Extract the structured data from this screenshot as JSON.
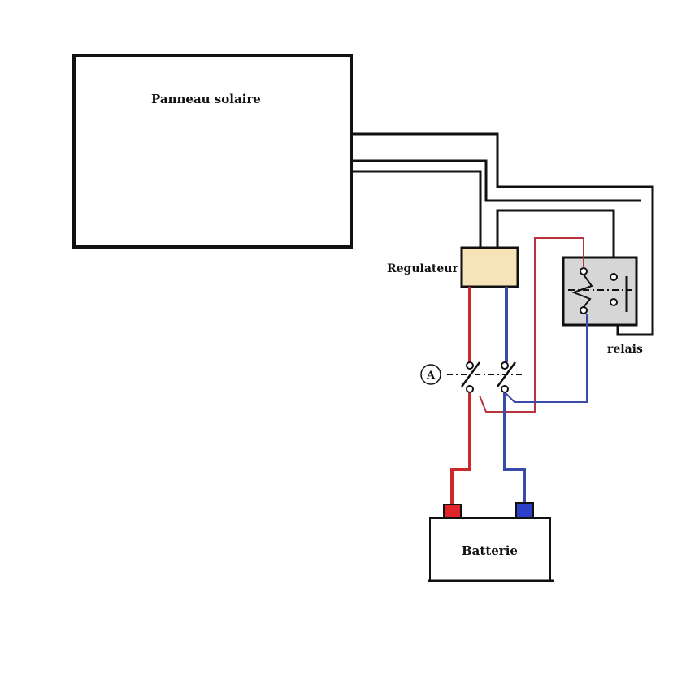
{
  "labels": {
    "panel": "Panneau solaire",
    "regulator": "Regulateur",
    "relay": "relais",
    "switch": "A",
    "battery": "Batterie"
  },
  "colors": {
    "wire_black": "#111111",
    "wire_red": "#cc2a2a",
    "wire_red_thin": "#b8333c",
    "wire_blue": "#3a4aa8",
    "terminal_red": "#e0242a",
    "terminal_blue": "#2b3fc8",
    "regulator_fill": "#f6e3b8",
    "relay_fill": "#d6d6d6"
  }
}
